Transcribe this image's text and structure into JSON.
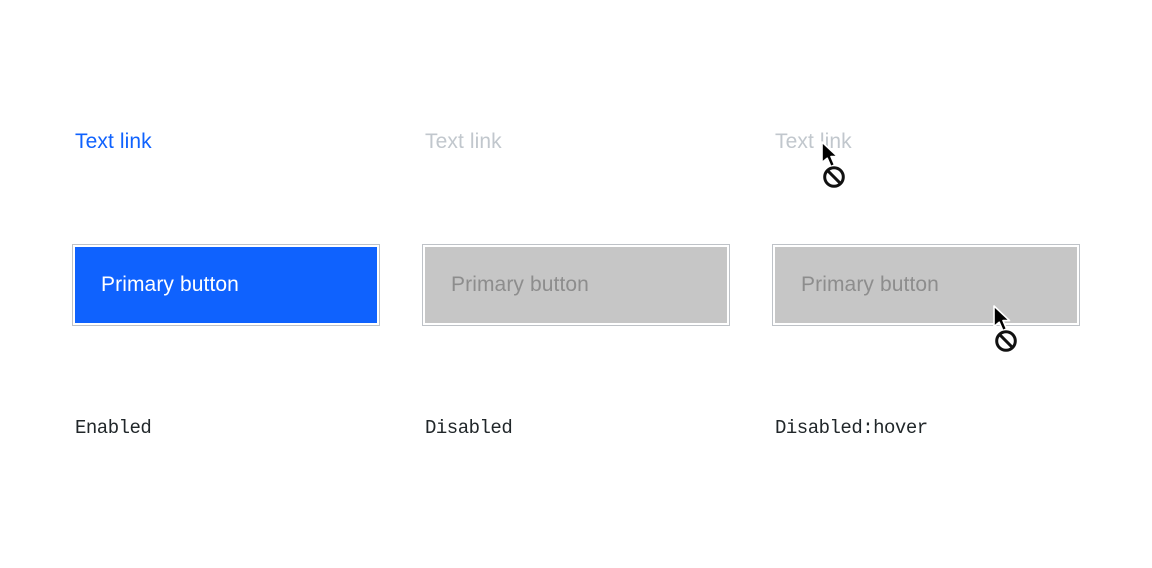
{
  "page": {
    "title": "Primary button and text link states",
    "background_color": "#ffffff"
  },
  "colors": {
    "link_enabled": "#0f62fe",
    "link_disabled": "#c1c7cd",
    "button_enabled_bg": "#0f62fe",
    "button_enabled_text": "#ffffff",
    "button_disabled_bg": "#c6c6c6",
    "button_disabled_text": "#8d8d8d",
    "state_label_text": "#21272a",
    "specimen_keyline": "#6e7882"
  },
  "columns": [
    {
      "state": "enabled",
      "link_label": "Text link",
      "button_label": "Primary button",
      "state_label": "Enabled"
    },
    {
      "state": "disabled",
      "link_label": "Text link",
      "button_label": "Primary button",
      "state_label": "Disabled"
    },
    {
      "state": "disabled-hover",
      "link_label": "Text link",
      "button_label": "Primary button",
      "state_label": "Disabled:hover"
    }
  ],
  "cursor": {
    "type": "not-allowed",
    "icon": "arrow-pointer-with-prohibition-circle",
    "shown_over": [
      "disabled text link",
      "disabled primary button"
    ]
  }
}
